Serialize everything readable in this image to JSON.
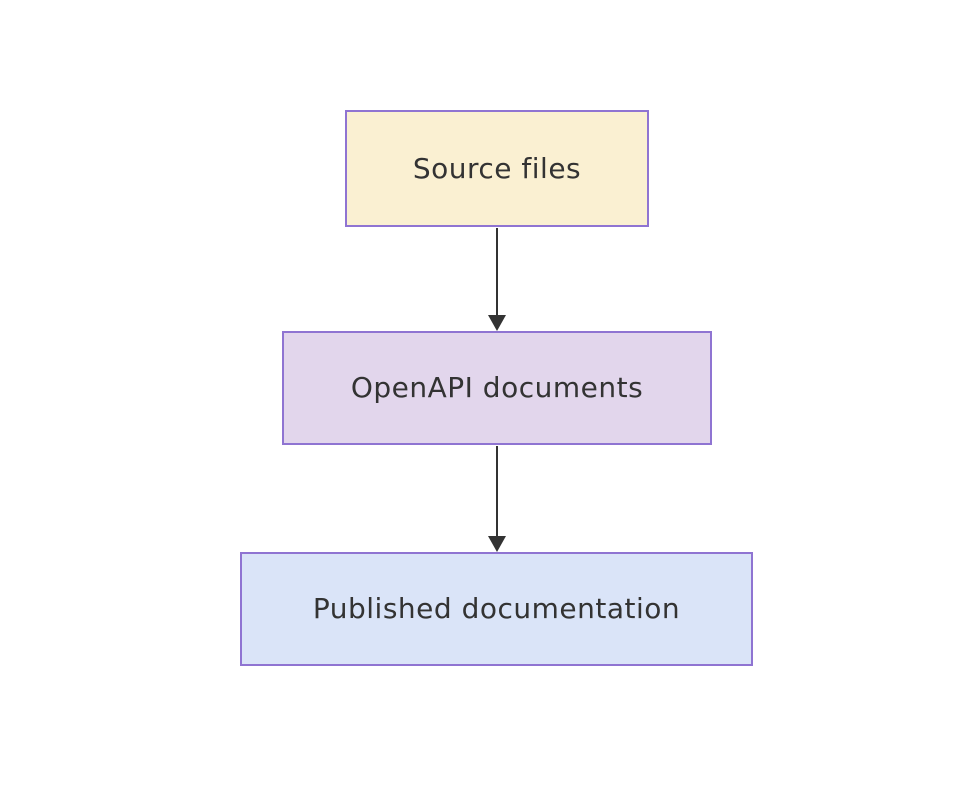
{
  "diagram": {
    "type": "flowchart",
    "direction": "top-to-bottom",
    "background_color": "#ffffff",
    "nodes": [
      {
        "id": "source",
        "label": "Source files",
        "fill": "#faf0d2",
        "border_color": "#8f74d2",
        "shape": "rectangle"
      },
      {
        "id": "openapi",
        "label": "OpenAPI documents",
        "fill": "#e2d6ec",
        "border_color": "#8f74d2",
        "shape": "rectangle"
      },
      {
        "id": "published",
        "label": "Published documentation",
        "fill": "#dae4f8",
        "border_color": "#8f74d2",
        "shape": "rectangle"
      }
    ],
    "edges": [
      {
        "from": "source",
        "to": "openapi",
        "style": "solid-arrow"
      },
      {
        "from": "openapi",
        "to": "published",
        "style": "solid-arrow"
      }
    ],
    "colors": {
      "edge": "#333333",
      "text": "#333333"
    }
  }
}
